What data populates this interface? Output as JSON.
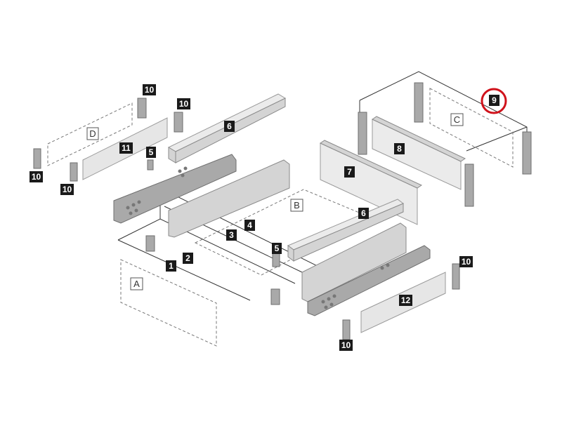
{
  "diagram": {
    "accent_color": "#d0121b",
    "label_color": "#1a1a1a",
    "highlighted_part": "9",
    "part_labels": [
      {
        "id": "lbl-10-a",
        "text": "10"
      },
      {
        "id": "lbl-10-b",
        "text": "10"
      },
      {
        "id": "lbl-6-a",
        "text": "6"
      },
      {
        "id": "lbl-11",
        "text": "11"
      },
      {
        "id": "lbl-5-a",
        "text": "5"
      },
      {
        "id": "lbl-10-c",
        "text": "10"
      },
      {
        "id": "lbl-10-d",
        "text": "10"
      },
      {
        "id": "lbl-9",
        "text": "9"
      },
      {
        "id": "lbl-8",
        "text": "8"
      },
      {
        "id": "lbl-7",
        "text": "7"
      },
      {
        "id": "lbl-6-b",
        "text": "6"
      },
      {
        "id": "lbl-4",
        "text": "4"
      },
      {
        "id": "lbl-3",
        "text": "3"
      },
      {
        "id": "lbl-2",
        "text": "2"
      },
      {
        "id": "lbl-1",
        "text": "1"
      },
      {
        "id": "lbl-5-b",
        "text": "5"
      },
      {
        "id": "lbl-10-e",
        "text": "10"
      },
      {
        "id": "lbl-12",
        "text": "12"
      },
      {
        "id": "lbl-10-f",
        "text": "10"
      }
    ],
    "section_letters": [
      {
        "id": "let-D",
        "text": "D"
      },
      {
        "id": "let-C",
        "text": "C"
      },
      {
        "id": "let-B",
        "text": "B"
      },
      {
        "id": "let-A",
        "text": "A"
      }
    ]
  }
}
